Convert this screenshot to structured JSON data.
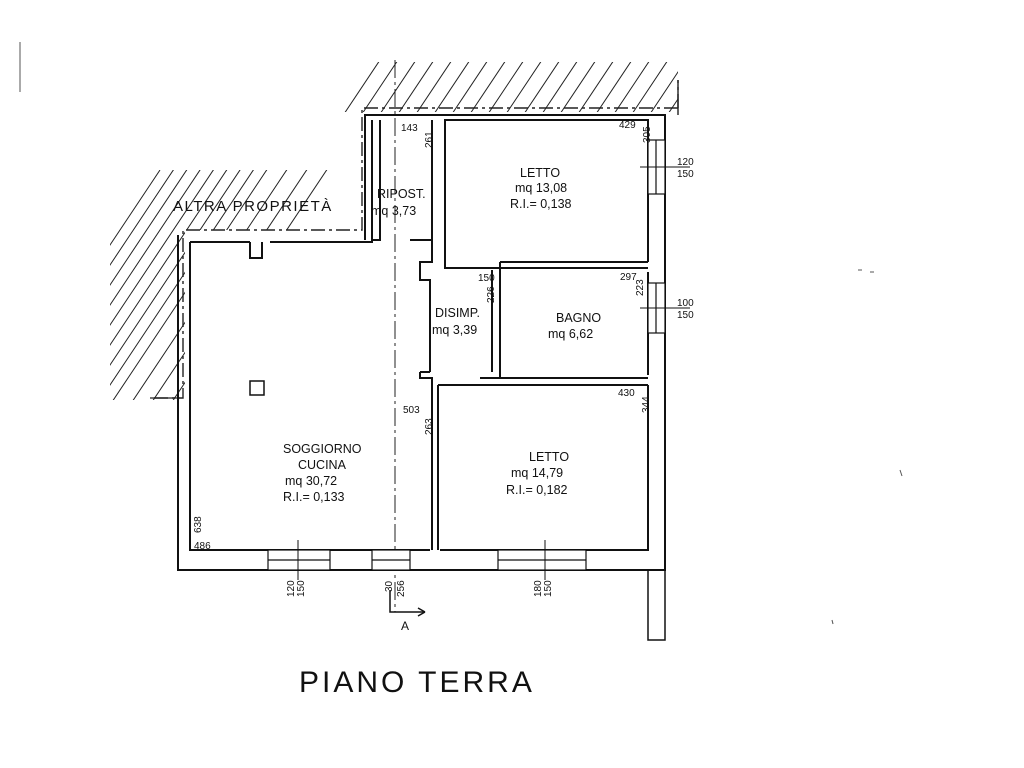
{
  "title": "PIANO TERRA",
  "neighbour": "ALTRA PROPRIETÀ",
  "section_marker": "A",
  "rooms": {
    "ripost": {
      "name": "RIPOST.",
      "area": "mq  3,73"
    },
    "letto1": {
      "name": "LETTO",
      "area": "mq  13,08",
      "ri": "R.I.=  0,138"
    },
    "disimp": {
      "name": "DISIMP.",
      "area": "mq  3,39"
    },
    "bagno": {
      "name": "BAGNO",
      "area": "mq  6,62"
    },
    "soggiorno": {
      "name1": "SOGGIORNO",
      "name2": "CUCINA",
      "area": "mq  30,72",
      "ri": "R.I.=  0,133"
    },
    "letto2": {
      "name": "LETTO",
      "area": "mq  14,79",
      "ri": "R.I.=  0,182"
    }
  },
  "dimensions": {
    "d143": "143",
    "d261": "261",
    "d429": "429",
    "d305": "305",
    "d150": "150",
    "d226": "226",
    "d297": "297",
    "d223": "223",
    "d430": "430",
    "d344": "344",
    "d503": "503",
    "d263": "263",
    "d638": "638",
    "d486": "486"
  },
  "windows": {
    "w1": {
      "top": "120",
      "bottom": "150"
    },
    "w2": {
      "top": "100",
      "bottom": "150"
    },
    "w3": {
      "top": "120",
      "bottom": "150"
    },
    "w4": {
      "top": "30",
      "bottom": "256"
    },
    "w5": {
      "top": "180",
      "bottom": "150"
    }
  }
}
